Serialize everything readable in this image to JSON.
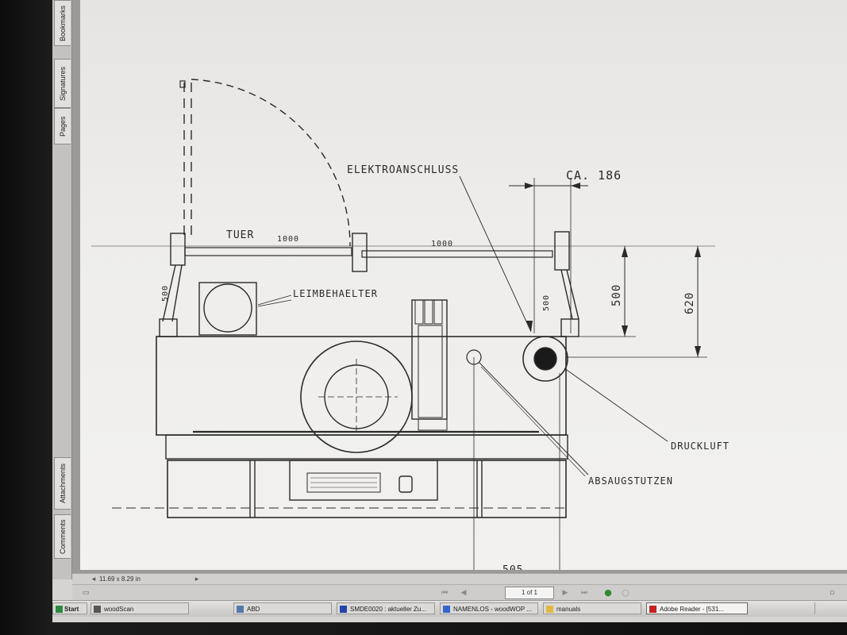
{
  "viewer": {
    "side_tabs": [
      "Bookmarks",
      "Signatures",
      "Pages",
      "Attachments",
      "Comments"
    ],
    "page_size": "11.69 x 8.29 in",
    "page_indicator": "1 of 1"
  },
  "drawing": {
    "labels": {
      "tuer": "TUER",
      "elektro": "ELEKTROANSCHLUSS",
      "leim": "LEIMBEHAELTER",
      "druckluft": "DRUCKLUFT",
      "absaug": "ABSAUGSTUTZEN"
    },
    "dimensions": {
      "ca_186": "CA. 186",
      "d1000_left": "1000",
      "d1000_right": "1000",
      "d500_left": "500",
      "d500_small": "500",
      "d500_right": "500",
      "d620": "620",
      "d505": "505"
    }
  },
  "taskbar": {
    "start": "Start",
    "items": [
      "woodScan",
      "ABD",
      "SMDE0020 : aktueller Zu...",
      "NAMENLOS - woodWOP ...",
      "manuals",
      "Adobe Reader - [531..."
    ]
  }
}
